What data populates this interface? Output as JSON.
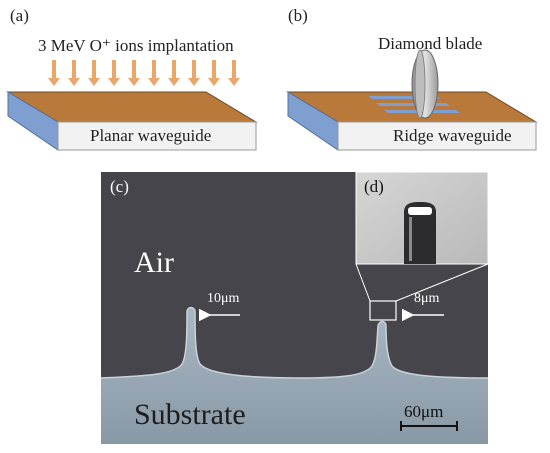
{
  "panel_a": {
    "tag": "(a)",
    "annotation": "3 MeV O⁺ ions implantation",
    "caption": "Planar waveguide"
  },
  "panel_b": {
    "tag": "(b)",
    "annotation": "Diamond blade",
    "caption": "Ridge waveguide"
  },
  "panel_c": {
    "tag": "(c)",
    "air_label": "Air",
    "substrate_label": "Substrate",
    "left_width": "10μm",
    "right_width": "8μm",
    "scale_bar": "60μm"
  },
  "panel_d": {
    "tag": "(d)"
  },
  "colors": {
    "copper_layer": "#b8793a",
    "crystal_side": "#7f9fd0",
    "crystal_top": "#f2f2f2",
    "arrow": "#e9a76a",
    "micrograph_dark": "#46454b",
    "micrograph_substrate": "#8e9fac",
    "inset_bg": "#c9c9c9"
  }
}
